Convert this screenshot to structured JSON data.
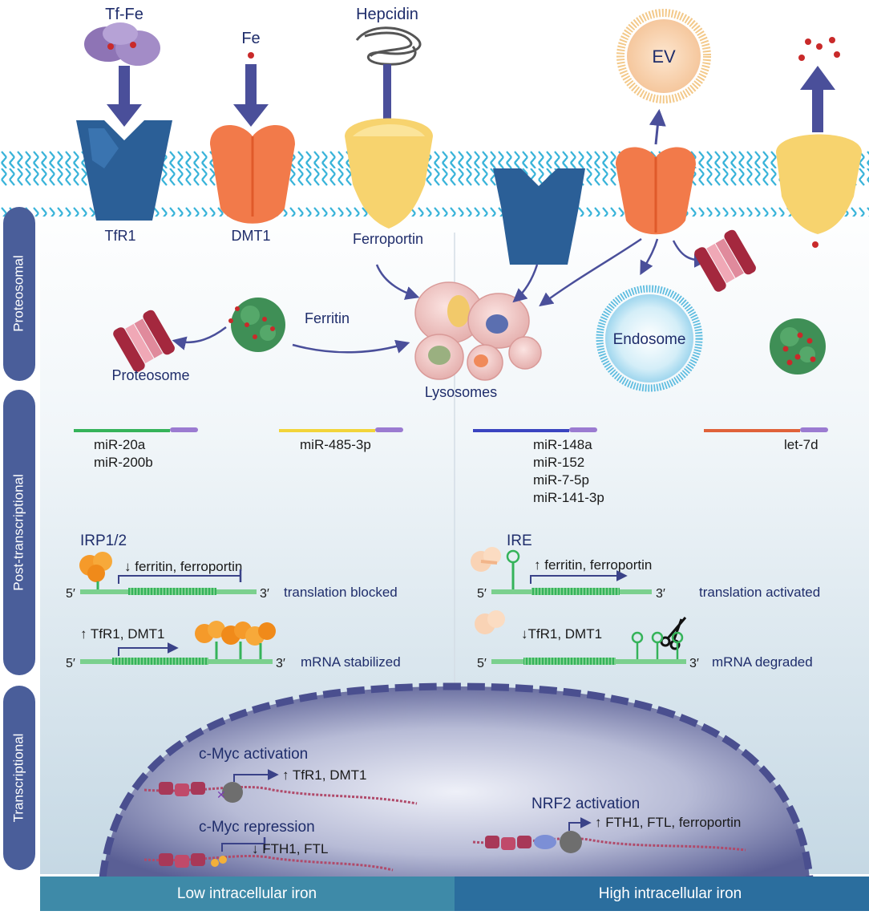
{
  "side_labels": {
    "proteosomal": "Proteosomal",
    "post_transcriptional": "Post-transcriptional",
    "transcriptional": "Transcriptional"
  },
  "top": {
    "tf_fe": "Tf-Fe",
    "fe": "Fe",
    "hepcidin": "Hepcidin",
    "ev": "EV"
  },
  "proteins": {
    "tfr1": "TfR1",
    "dmt1": "DMT1",
    "ferroportin": "Ferroportin",
    "ferritin": "Ferritin",
    "proteosome": "Proteosome",
    "lysosomes": "Lysosomes",
    "endosome": "Endosome"
  },
  "mirnas": {
    "green": [
      "miR-20a",
      "miR-200b"
    ],
    "yellow": [
      "miR-485-3p"
    ],
    "blue": [
      "miR-148a",
      "miR-152",
      "miR-7-5p",
      "miR-141-3p"
    ],
    "red": [
      "let-7d"
    ]
  },
  "post_transcriptional": {
    "irp": "IRP1/2",
    "ire": "IRE",
    "left_ferritin": "↓ ferritin, ferroportin",
    "left_blocked": "translation blocked",
    "left_tfr1": "↑ TfR1, DMT1",
    "left_stabilized": "mRNA stabilized",
    "right_ferritin": "↑ ferritin, ferroportin",
    "right_activated": "translation activated",
    "right_tfr1": "↓TfR1, DMT1",
    "right_degraded": "mRNA degraded",
    "five_prime": "5′",
    "three_prime": "3′"
  },
  "transcriptional": {
    "myc_act": "c-Myc activation",
    "myc_act_genes": "↑ TfR1, DMT1",
    "myc_rep": "c-Myc repression",
    "myc_rep_genes": "↓ FTH1, FTL",
    "nrf2": "NRF2 activation",
    "nrf2_genes": "↑ FTH1, FTL, ferroportin"
  },
  "footer": {
    "low": "Low intracellular iron",
    "high": "High intracellular iron"
  },
  "colors": {
    "navy": "#1f2d6b",
    "arrow": "#4a4f9a",
    "tfr1": "#2b5f97",
    "dmt1": "#f27a4a",
    "ferroportin": "#f7d36e",
    "membrane": "#38b3d9",
    "side_tab": "#4a5e9a",
    "footer_left": "#3e8aa8",
    "footer_right": "#2b6e9e",
    "mrna": "#35b35a"
  }
}
